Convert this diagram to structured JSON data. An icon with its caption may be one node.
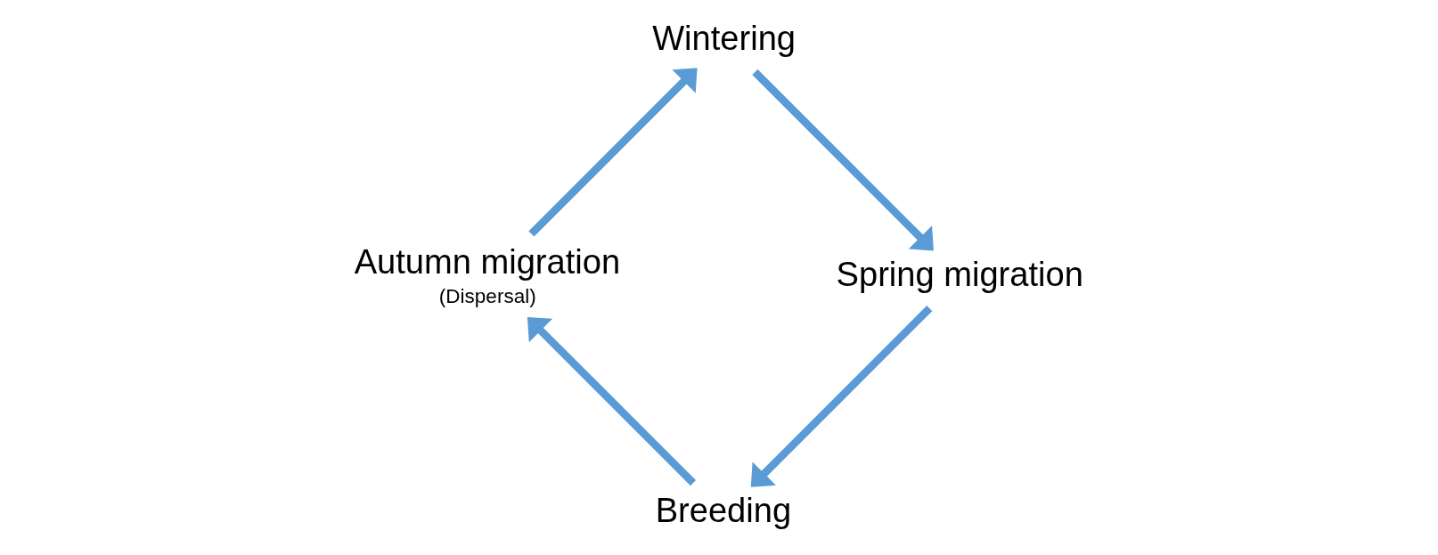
{
  "diagram": {
    "nodes": [
      {
        "text": [
          "Breeding"
        ]
      },
      {
        "text": [
          "Autumn migration",
          "(Dispersal)"
        ]
      },
      {
        "text": [
          "Wintering"
        ]
      },
      {
        "text": [
          "Spring migration"
        ]
      }
    ],
    "edges": [
      {
        "from": 3,
        "to": 0,
        "arrow": "to"
      },
      {
        "from": 0,
        "to": 1,
        "arrow": "to"
      },
      {
        "from": 1,
        "to": 2,
        "arrow": "to"
      },
      {
        "from": 2,
        "to": 3,
        "arrow": "to"
      }
    ]
  }
}
